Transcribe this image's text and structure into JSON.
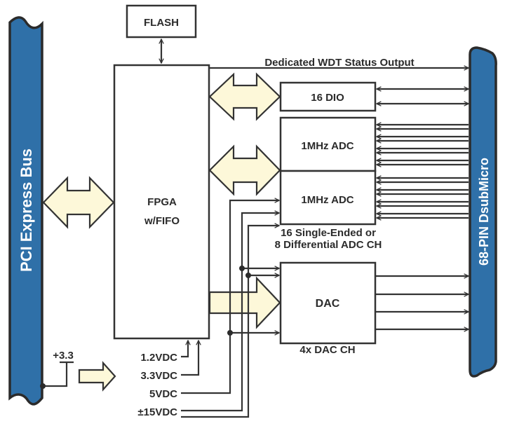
{
  "title": "PCI Express Multifunction I/O Board Block Diagram",
  "colors": {
    "bus_fill": "#2f70a8",
    "bus_outline": "#2b2b2b",
    "fat_arrow_fill": "#fdf8d9",
    "line": "#333333",
    "text": "#2b2b2b"
  },
  "blocks": {
    "pci_bus": "PCI Express Bus",
    "connector": "68-PIN DsubMicro",
    "flash": "FLASH",
    "fpga_line1": "FPGA",
    "fpga_line2": "w/FIFO",
    "dio": "16 DIO",
    "adc1": "1MHz ADC",
    "adc2": "1MHz ADC",
    "dac": "DAC"
  },
  "annotations": {
    "wdt": "Dedicated WDT Status Output",
    "adc_note_line1": "16 Single-Ended or",
    "adc_note_line2": "8 Differential ADC CH",
    "dac_note": "4x DAC CH",
    "bus_supply": "+3.3"
  },
  "power_rails": [
    "1.2VDC",
    "3.3VDC",
    "5VDC",
    "±15VDC"
  ],
  "connections": {
    "dio_lines": 2,
    "adc1_inputs": 8,
    "adc2_inputs": 8,
    "dac_outputs": 4
  }
}
